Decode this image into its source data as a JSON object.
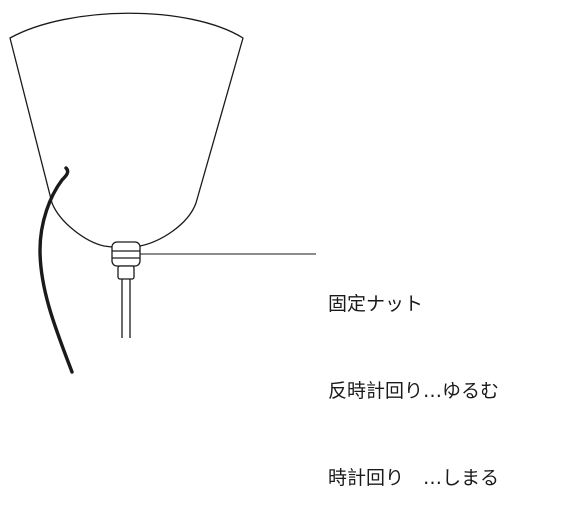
{
  "callout": {
    "part_name": "固定ナット",
    "loosen_instruction": "反時計回り…ゆるむ",
    "tighten_instruction": "時計回り　…しまる"
  },
  "colors": {
    "line": "#1a1a1a",
    "background": "#ffffff"
  }
}
